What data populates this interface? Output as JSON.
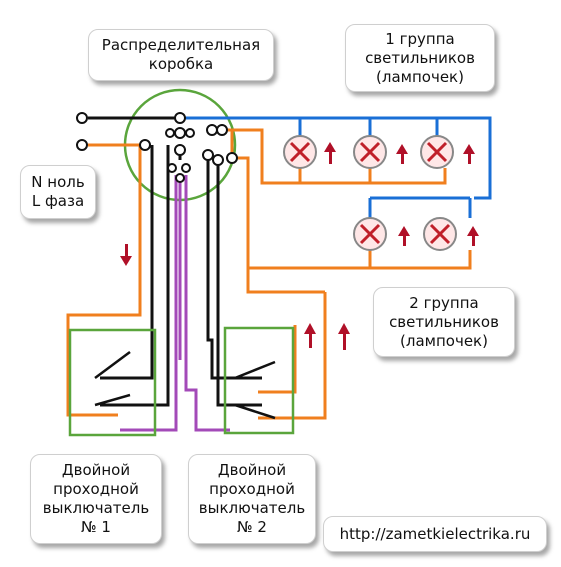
{
  "labels": {
    "junction_box": [
      "Распределительная",
      "коробка"
    ],
    "group1": [
      "1 группа",
      "светильников",
      "(лампочек)"
    ],
    "neutral_phase": [
      "N ноль",
      "L фаза"
    ],
    "group2": [
      "2 группа",
      "светильников",
      "(лампочек)"
    ],
    "switch1": [
      "Двойной",
      "проходной",
      "выключатель",
      "№ 1"
    ],
    "switch2": [
      "Двойной",
      "проходной",
      "выключатель",
      "№ 2"
    ],
    "website": "http://zametkielectrika.ru"
  },
  "colors": {
    "neutral_wire": "#1a6fd6",
    "phase_wire": "#111111",
    "switched_wire": "#f07f1e",
    "traveler_wire": "#a34ab8",
    "box_outline": "#5aa53c",
    "lamp_cross": "#c0202a",
    "arrow": "#b01028"
  }
}
